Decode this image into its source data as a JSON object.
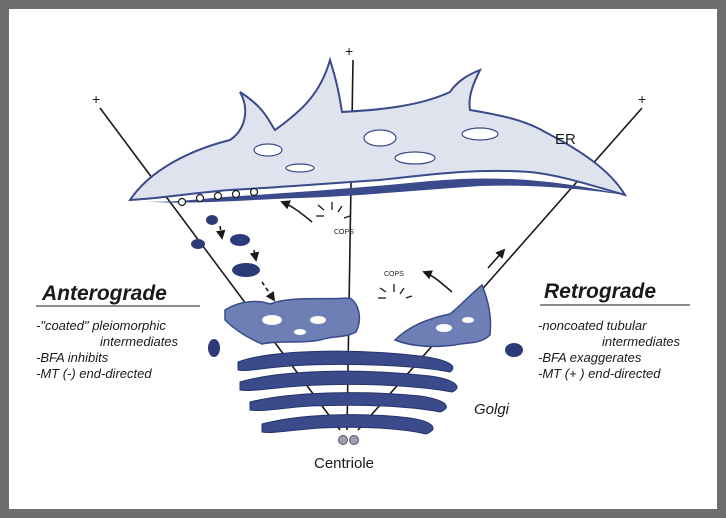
{
  "labels": {
    "plus": "+",
    "er": "ER",
    "cops": "COPS",
    "golgi": "Golgi",
    "centriole": "Centriole"
  },
  "anterograde": {
    "title": "Anterograde",
    "items": [
      "-\"coated\" pleiomorphic",
      "intermediates",
      "-BFA inhibits",
      "-MT (-) end-directed"
    ]
  },
  "retrograde": {
    "title": "Retrograde",
    "items": [
      "-noncoated tubular",
      "intermediates",
      "-BFA exaggerates",
      "-MT (+ ) end-directed"
    ]
  },
  "colors": {
    "frame": "#6e6e6e",
    "er_fill": "#dfe3ee",
    "golgi_dark": "#3a4a8a",
    "golgi_light": "#6e7fb5",
    "line": "#1a1a1a"
  }
}
